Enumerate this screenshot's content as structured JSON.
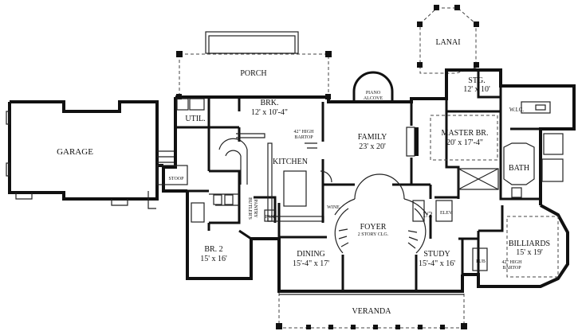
{
  "rooms": {
    "lanai": "LANAI",
    "porch": "PORCH",
    "piano_1": "PIANO",
    "piano_2": "ALCOVE",
    "stg": "STG.",
    "stg_size": "12' x 10'",
    "wic": "W.I.C.",
    "util": "UTIL.",
    "brk": "BRK.",
    "brk_size": "12' x 10'-4\"",
    "family": "FAMILY",
    "family_size": "23' x 20'",
    "master": "MASTER BR.",
    "master_size": "20' x 17'-4\"",
    "garage": "GARAGE",
    "bartop_1": "42\" HIGH",
    "bartop_2": "BARTOP",
    "kitchen": "KITCHEN",
    "bath": "BATH",
    "stoop": "STOOP",
    "butlers_1": "BUTLER'S",
    "butlers_2": "PANTRY",
    "pan": "PAN.",
    "wine": "WINE",
    "foyer": "FOYER",
    "foyer_sub": "2 STORY CLG.",
    "half_bath": "1/2",
    "elev": "ELEV.",
    "billiards": "BILLIARDS",
    "billiards_size": "15' x 19'",
    "br2": "BR. 2",
    "br2_size": "15' x 16'",
    "dining": "DINING",
    "dining_size": "15'-4\" x 17'",
    "study": "STUDY",
    "study_size": "15'-4\" x 16'",
    "pub": "PUB",
    "bartop2_1": "42\" HIGH",
    "bartop2_2": "BARTOP",
    "veranda": "VERANDA"
  }
}
